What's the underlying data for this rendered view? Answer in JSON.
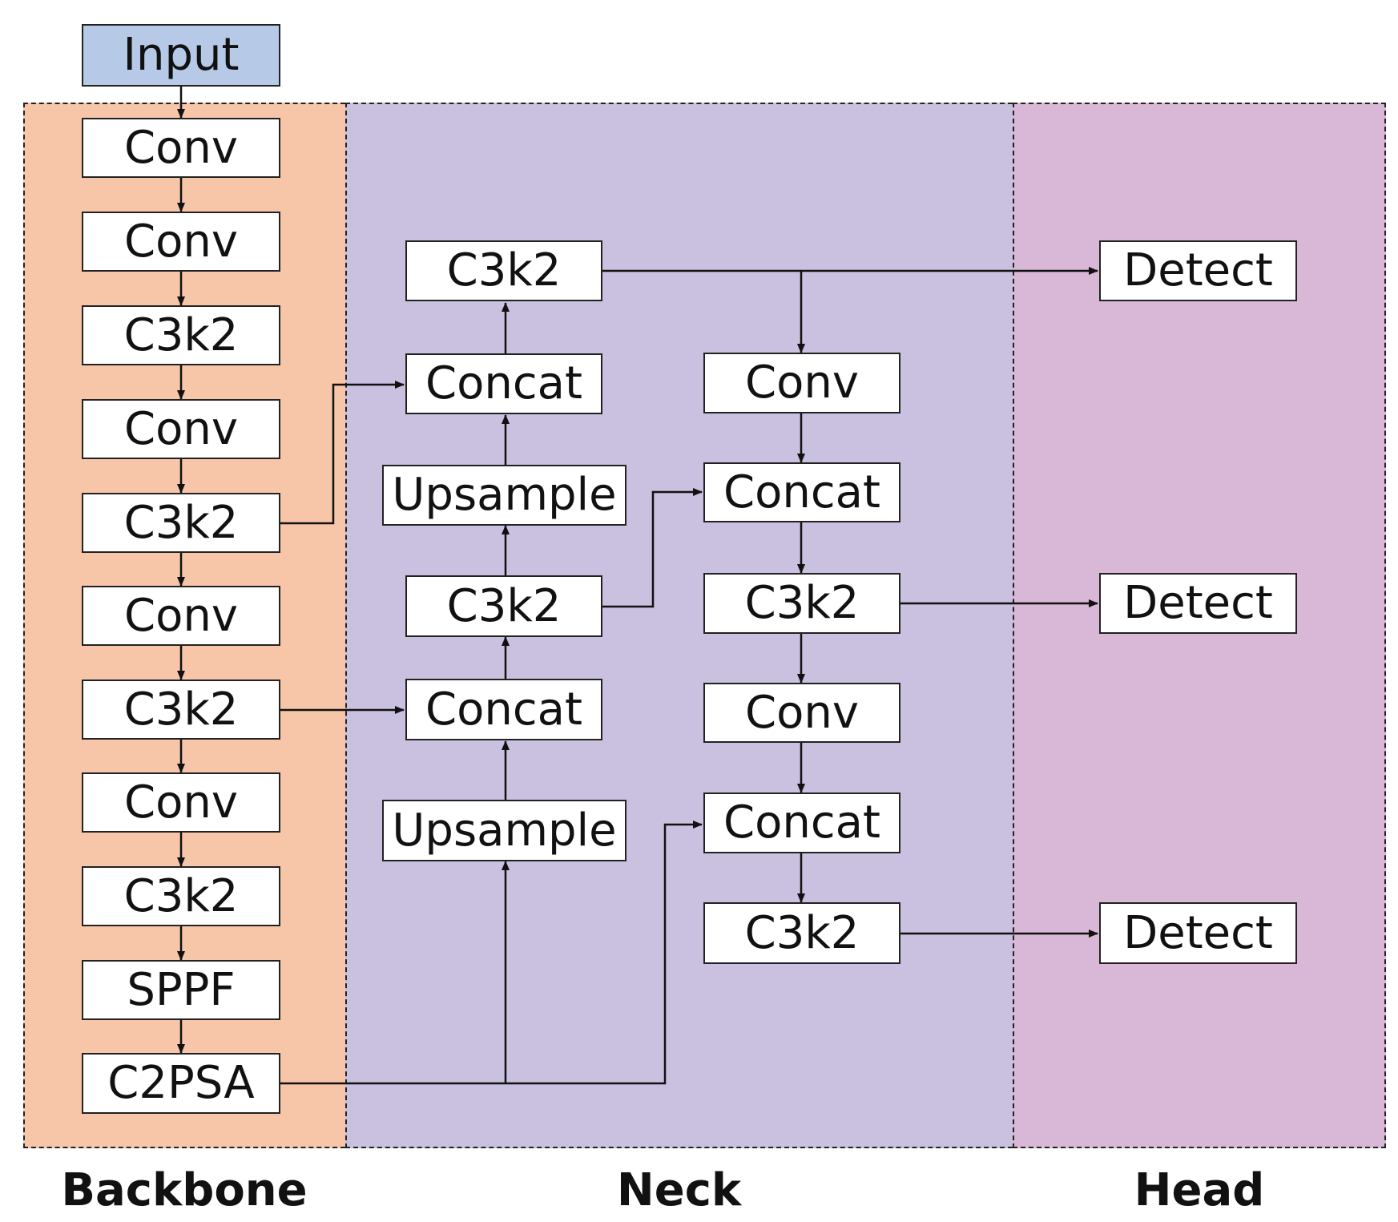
{
  "sections": {
    "backbone": "Backbone",
    "neck": "Neck",
    "head": "Head"
  },
  "backbone": {
    "input": "Input",
    "conv1": "Conv",
    "conv2": "Conv",
    "c3k2_1": "C3k2",
    "conv3": "Conv",
    "c3k2_2": "C3k2",
    "conv4": "Conv",
    "c3k2_3": "C3k2",
    "conv5": "Conv",
    "c3k2_4": "C3k2",
    "sppf": "SPPF",
    "c2psa": "C2PSA"
  },
  "neck": {
    "c3k2_top": "C3k2",
    "concat_upper": "Concat",
    "upsample_upper": "Upsample",
    "c3k2_mid": "C3k2",
    "concat_lower": "Concat",
    "upsample_lower": "Upsample",
    "conv_right_1": "Conv",
    "concat_right_1": "Concat",
    "c3k2_right_1": "C3k2",
    "conv_right_2": "Conv",
    "concat_right_2": "Concat",
    "c3k2_right_2": "C3k2"
  },
  "head": {
    "detect_1": "Detect",
    "detect_2": "Detect",
    "detect_3": "Detect"
  }
}
